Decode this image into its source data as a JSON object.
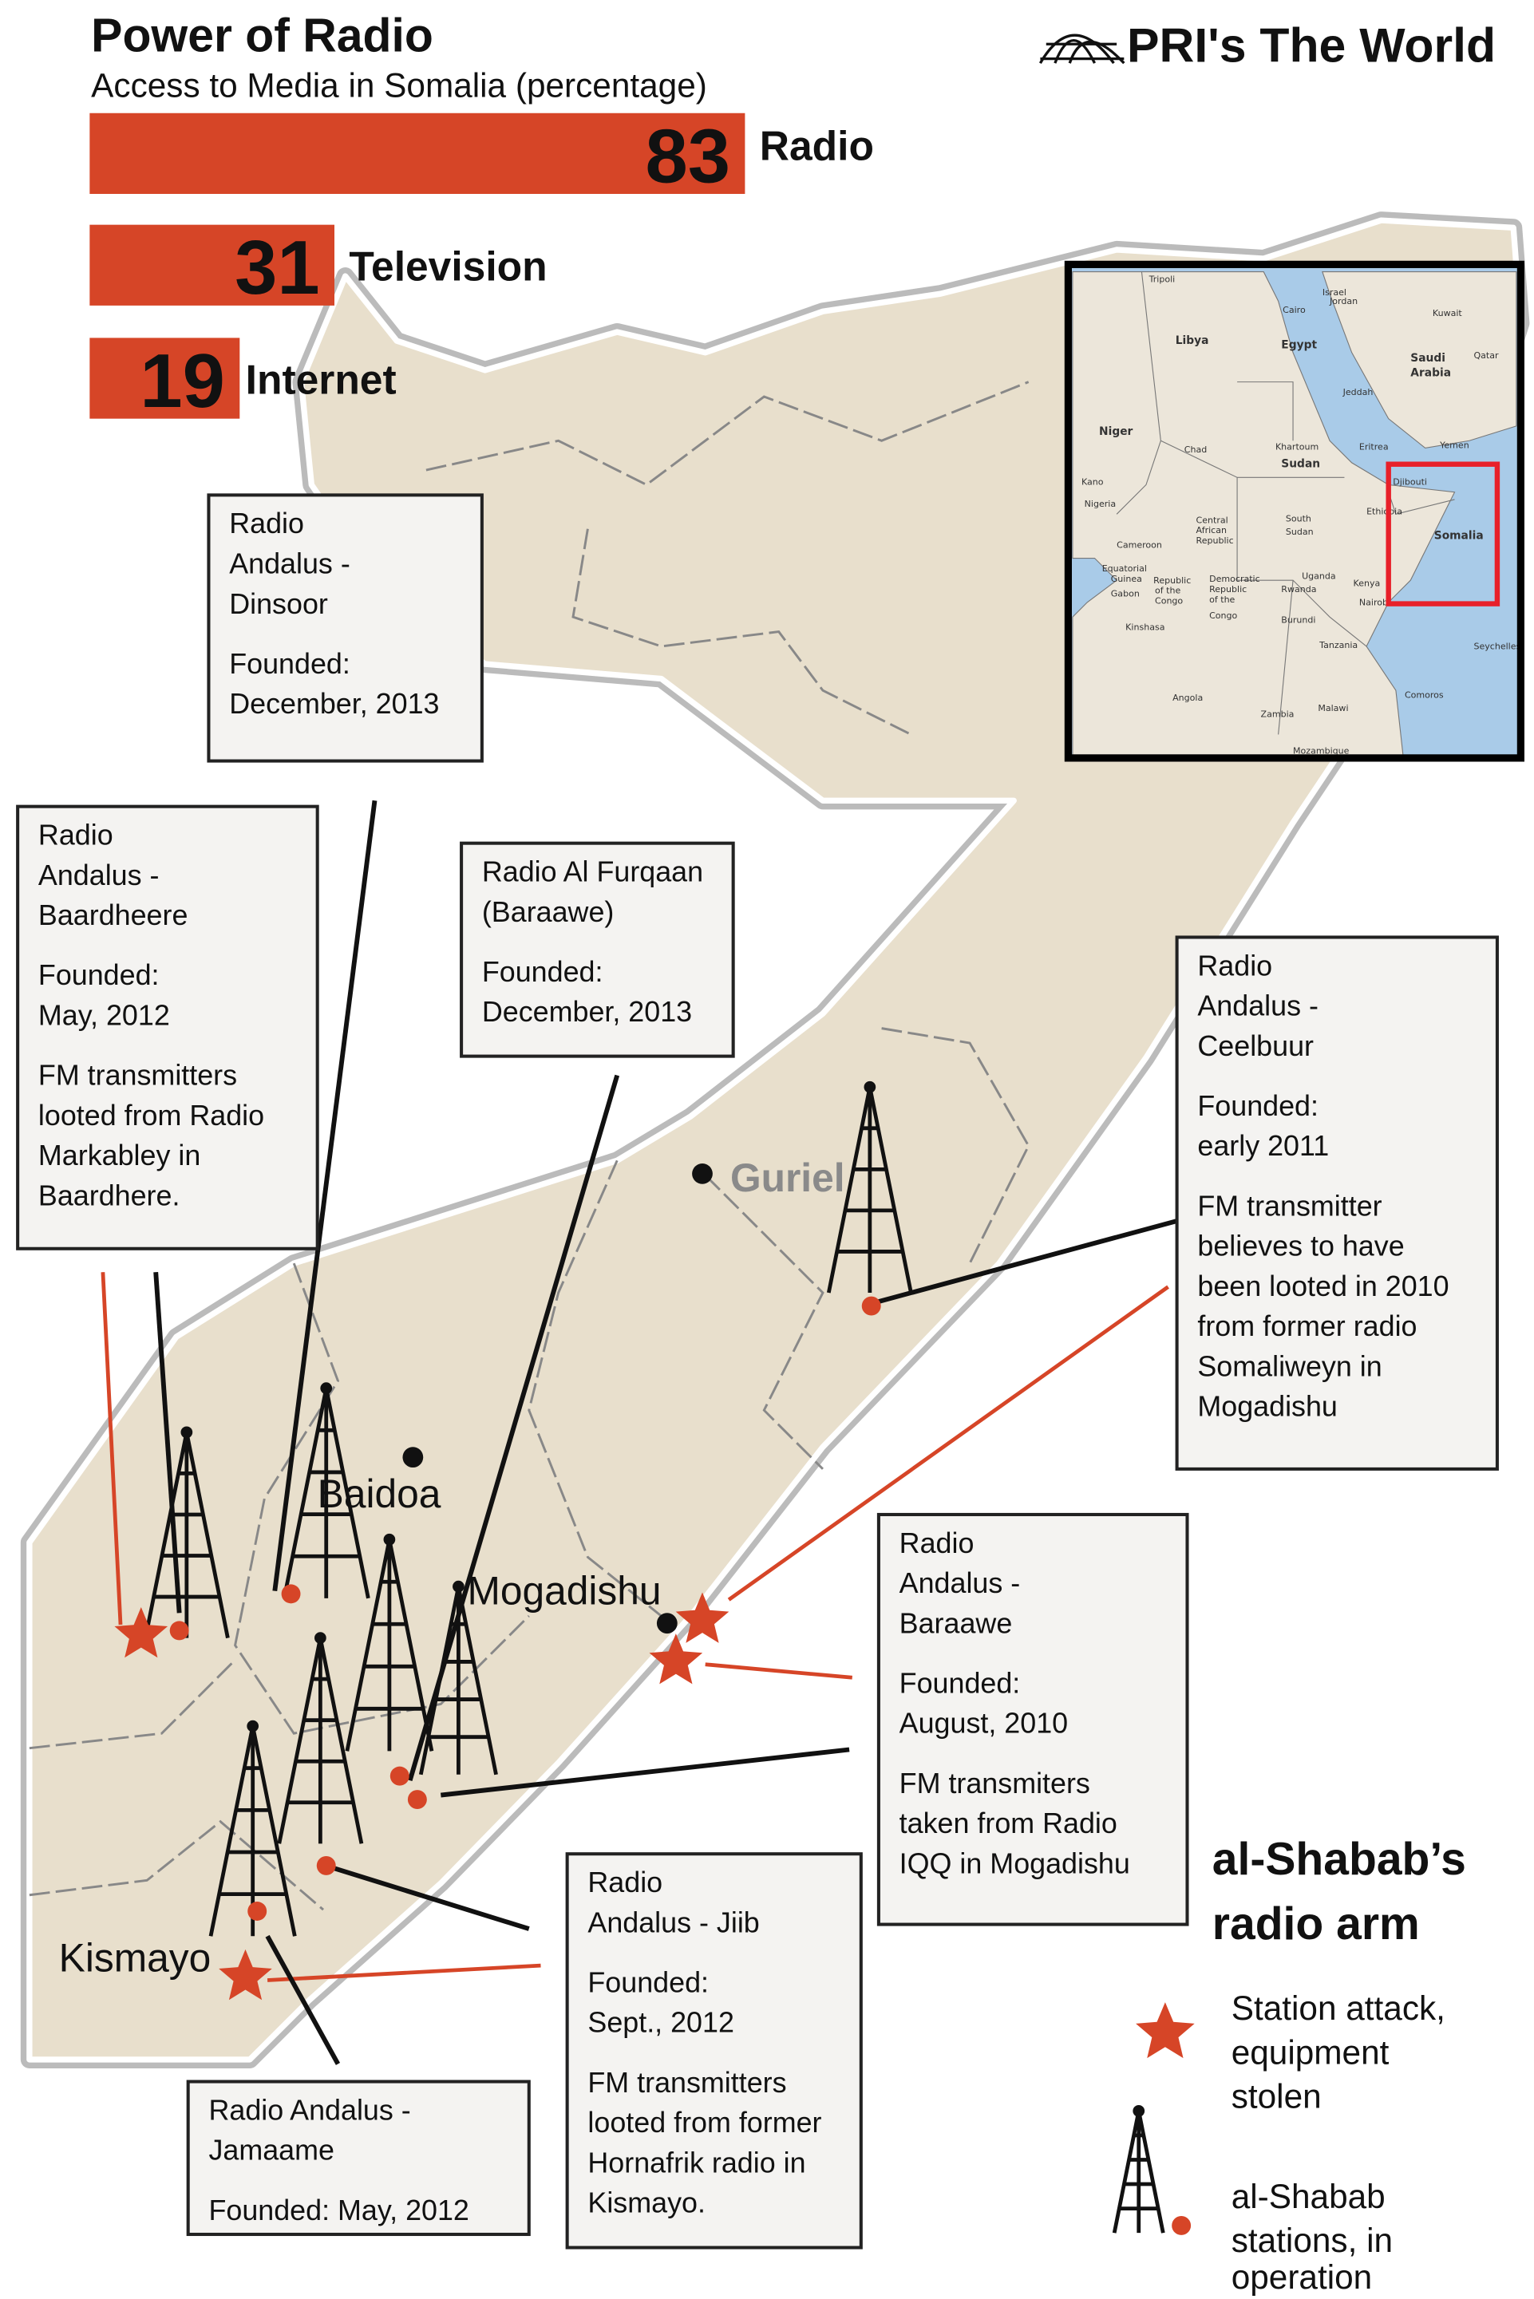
{
  "header": {
    "title": "Power of Radio",
    "subtitle": "Access to Media in Somalia (percentage)",
    "logo_text": "PRI's The World"
  },
  "chart_data": {
    "type": "bar",
    "title": "Power of Radio",
    "subtitle": "Access to Media in Somalia (percentage)",
    "categories": [
      "Radio",
      "Television",
      "Internet"
    ],
    "values": [
      83,
      31,
      19
    ],
    "bar_color": "#d64527"
  },
  "colors": {
    "accent_red": "#d64527",
    "land": "#e8dfcc",
    "water": "#a9cbe8",
    "inset_highlight": "#e8202a"
  },
  "map": {
    "cities": [
      {
        "name": "Guriel"
      },
      {
        "name": "Baidoa"
      },
      {
        "name": "Mogadishu"
      },
      {
        "name": "Kismayo"
      }
    ],
    "stations": [
      {
        "lines": [
          "Radio",
          "Andalus -",
          "Dinsoor",
          "",
          "Founded:",
          "December, 2013"
        ]
      },
      {
        "lines": [
          "Radio",
          "Andalus -",
          "Baardheere",
          "",
          "Founded:",
          "May, 2012",
          "",
          "FM transmitters",
          "looted from Radio",
          "Markabley in",
          "Baardhere."
        ]
      },
      {
        "lines": [
          "Radio Al Furqaan",
          "(Baraawe)",
          "",
          "Founded:",
          "December, 2013"
        ]
      },
      {
        "lines": [
          "Radio",
          "Andalus -",
          "Ceelbuur",
          "",
          "Founded:",
          "early 2011",
          "",
          "FM transmitter",
          "believes to have",
          "been looted in 2010",
          "from former radio",
          "Somaliweyn in",
          "Mogadishu"
        ]
      },
      {
        "lines": [
          "Radio",
          "Andalus -",
          "Baraawe",
          "",
          "Founded:",
          "August, 2010",
          "",
          "FM transmiters",
          "taken from Radio",
          "IQQ in Mogadishu"
        ]
      },
      {
        "lines": [
          "Radio",
          "Andalus - Jiib",
          "",
          "Founded:",
          "Sept., 2012",
          "",
          "FM transmitters",
          "looted from former",
          "Hornafrik radio in",
          "Kismayo."
        ]
      },
      {
        "lines": [
          "Radio Andalus -",
          "Jamaame",
          "",
          "Founded: May, 2012"
        ]
      }
    ]
  },
  "inset": {
    "labels": [
      "Tripoli",
      "Israel",
      "Jordan",
      "Cairo",
      "Kuwait",
      "Libya",
      "Egypt",
      "Saudi",
      "Arabia",
      "Qatar",
      "Jeddah",
      "Niger",
      "Chad",
      "Khartoum",
      "Sudan",
      "Eritrea",
      "Yemen",
      "Kano",
      "Djibouti",
      "Nigeria",
      "Ethiopia",
      "Central",
      "African",
      "Republic",
      "South",
      "Sudan",
      "Somalia",
      "Cameroon",
      "Equatorial",
      "Guinea",
      "Gabon",
      "Republic",
      "of the",
      "Congo",
      "Democratic",
      "Republic",
      "of the",
      "Congo",
      "Uganda",
      "Kenya",
      "Rwanda",
      "Burundi",
      "Nairobi",
      "Kinshasa",
      "Tanzania",
      "Seychelles",
      "Angola",
      "Comoros",
      "Zambia",
      "Malawi",
      "Mozambique"
    ]
  },
  "legend": {
    "title_line1": "al-Shabab’s",
    "title_line2": "radio arm",
    "items": [
      {
        "icon": "star-icon",
        "lines": [
          "Station attack,",
          "equipment",
          "stolen"
        ]
      },
      {
        "icon": "radio-tower-icon",
        "lines": [
          "al-Shabab",
          "stations, in",
          "operation"
        ]
      }
    ]
  }
}
